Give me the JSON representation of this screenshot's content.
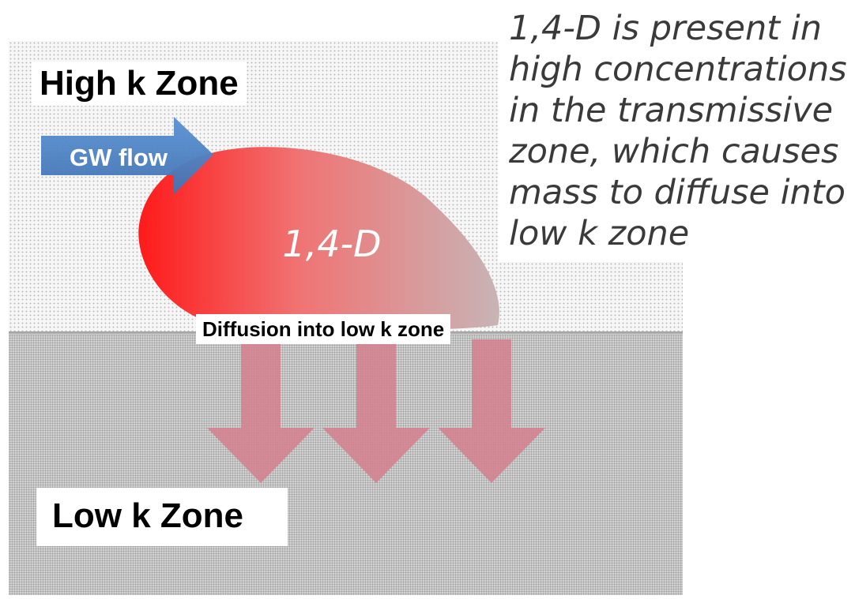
{
  "zones": {
    "high_label": "High k Zone",
    "low_label": "Low k Zone"
  },
  "gw_flow": {
    "label": "GW flow"
  },
  "plume": {
    "label": "1,4-D"
  },
  "diffusion": {
    "label": "Diffusion into low k zone"
  },
  "description": {
    "text": "1,4-D is present in high concentrations in the transmissive zone, which causes mass to diffuse into low k zone"
  },
  "colors": {
    "plume_start": "#ff1a1a",
    "plume_end": "#c8b4b6",
    "flow_arrow": "#4f86c6",
    "diffusion_arrow": "#d3818e",
    "description_text": "#3a3a3a"
  }
}
